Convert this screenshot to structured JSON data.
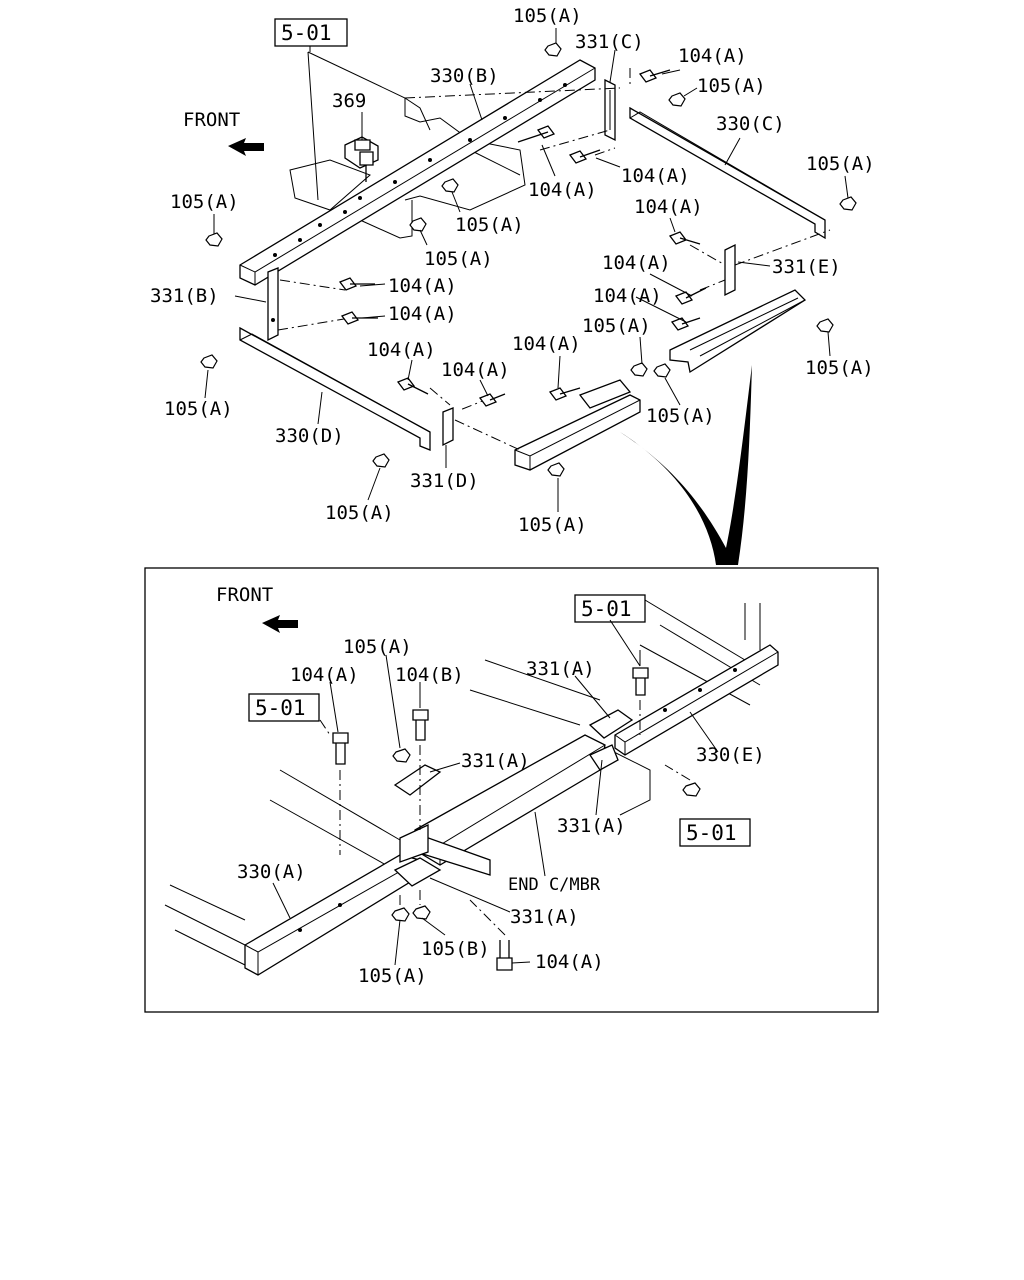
{
  "top": {
    "ref_box": "5-01",
    "front_label": "FRONT",
    "labels": {
      "p105a_1": "105(A)",
      "p331c": "331(C)",
      "p104a_1": "104(A)",
      "p105a_2": "105(A)",
      "p330b": "330(B)",
      "p369": "369",
      "p330c": "330(C)",
      "p105a_3": "105(A)",
      "p104a_2": "104(A)",
      "p104a_3": "104(A)",
      "p105a_4": "105(A)",
      "p105a_5": "105(A)",
      "p105a_6": "105(A)",
      "p104a_4": "104(A)",
      "p331e": "331(E)",
      "p104a_5": "104(A)",
      "p331b": "331(B)",
      "p104a_6": "104(A)",
      "p104a_7": "104(A)",
      "p104a_8": "104(A)",
      "p105a_7": "105(A)",
      "p105a_8": "105(A)",
      "p104a_9": "104(A)",
      "p104a_10": "104(A)",
      "p104a_11": "104(A)",
      "p105a_9": "105(A)",
      "p105a_10": "105(A)",
      "p330d": "330(D)",
      "p331d": "331(D)",
      "p105a_11": "105(A)",
      "p105a_12": "105(A)"
    }
  },
  "detail": {
    "front_label": "FRONT",
    "ref_box_1": "5-01",
    "ref_box_2": "5-01",
    "ref_box_3": "5-01",
    "labels": {
      "p105a_1": "105(A)",
      "p104a_1": "104(A)",
      "p104b": "104(B)",
      "p331a_1": "331(A)",
      "p331a_2": "331(A)",
      "p330e": "330(E)",
      "p331a_3": "331(A)",
      "p330a": "330(A)",
      "end_mbr": "END C/MBR",
      "p331a_4": "331(A)",
      "p105b": "105(B)",
      "p104a_2": "104(A)",
      "p105a_2": "105(A)"
    }
  }
}
